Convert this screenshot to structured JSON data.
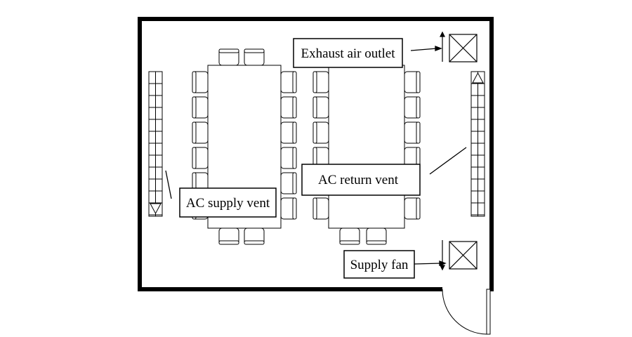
{
  "labels": {
    "exhaust": "Exhaust air outlet",
    "supply_vent": "AC supply vent",
    "return_vent": "AC return vent",
    "supply_fan": "Supply fan"
  },
  "colors": {
    "line": "#000000",
    "background": "#ffffff"
  }
}
